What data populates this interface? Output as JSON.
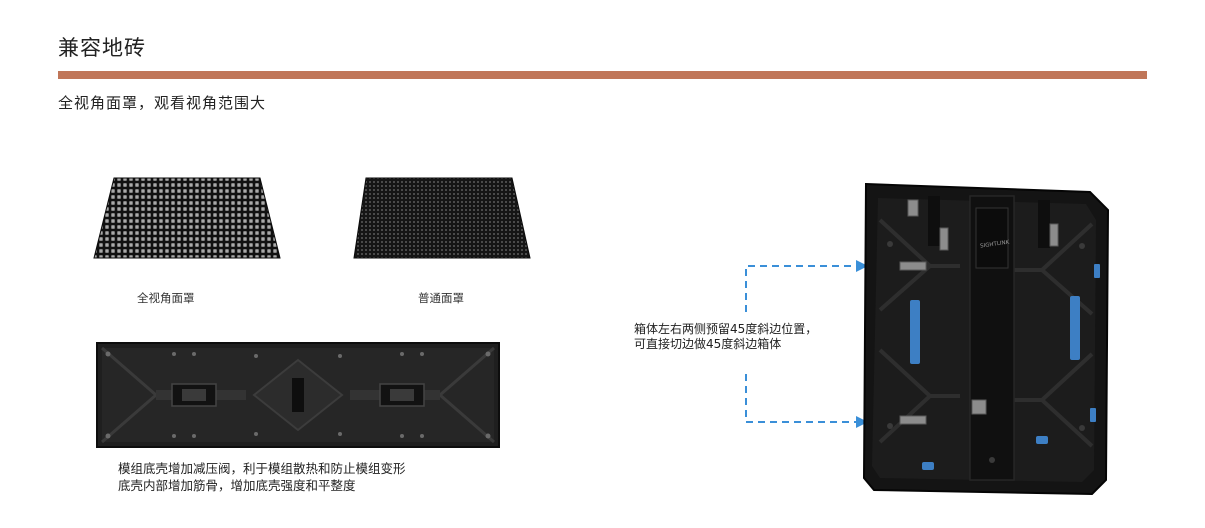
{
  "header": {
    "title": "兼容地砖",
    "rule_color": "#c07659"
  },
  "subtitle": "全视角面罩，观看视角范围大",
  "mask_comparison": {
    "wide_angle_label": "全视角面罩",
    "normal_label": "普通面罩"
  },
  "module_panel": {
    "description_lines": [
      "模组底壳增加减压阀，利于模组散热和防止模组变形",
      "底壳内部增加筋骨，增加底壳强度和平整度"
    ]
  },
  "cabinet": {
    "callout_lines": [
      "箱体左右两侧预留45度斜边位置，",
      "可直接切边做45度斜边箱体"
    ],
    "logo_text": "SIGHTLINK",
    "arrow_color": "#3a8fd8",
    "accent_color": "#3d7fc4"
  }
}
